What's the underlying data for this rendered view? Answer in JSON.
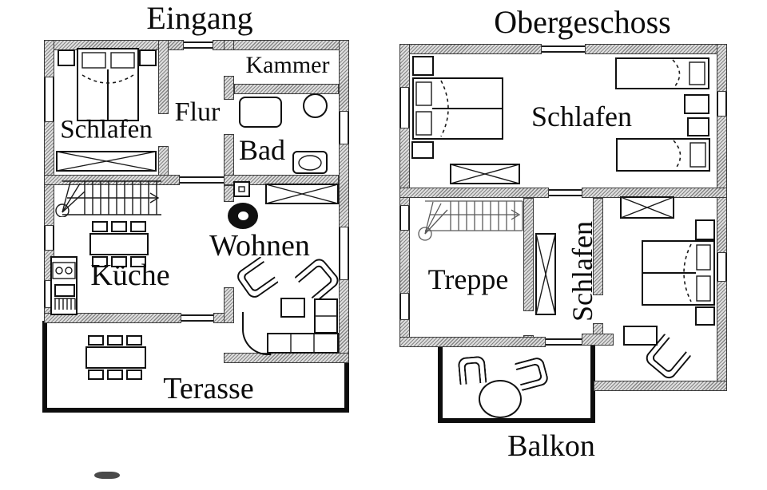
{
  "colors": {
    "ink": "#0d0d0d",
    "wall_hatch_gray": "#858585",
    "paper": "#ffffff"
  },
  "ground_floor": {
    "title": "Eingang",
    "rooms": {
      "schlafen": "Schlafen",
      "flur": "Flur",
      "kammer": "Kammer",
      "bad": "Bad",
      "wohnen": "Wohnen",
      "kueche": "Küche",
      "terasse": "Terasse"
    }
  },
  "upper_floor": {
    "title": "Obergeschoss",
    "rooms": {
      "schlafen_front": "Schlafen",
      "treppe": "Treppe",
      "schlafen_rear": "Schlafen",
      "balkon": "Balkon"
    }
  }
}
